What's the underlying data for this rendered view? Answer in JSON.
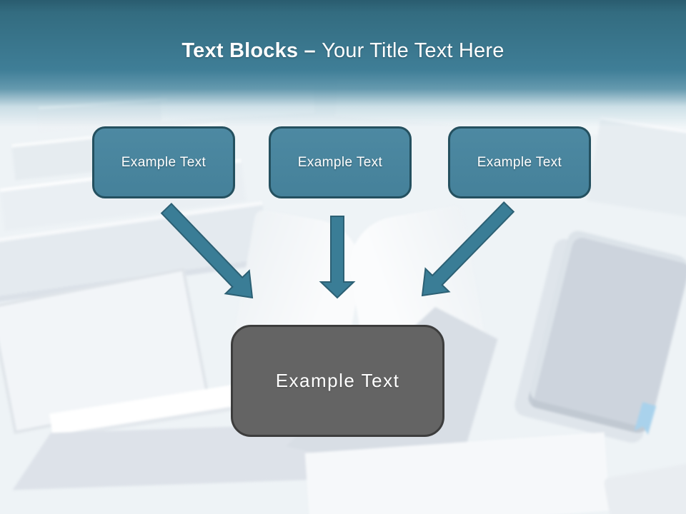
{
  "slide": {
    "title": {
      "bold": "Text Blocks",
      "separator": " – ",
      "rest": "Your Title Text Here"
    }
  },
  "top_boxes": [
    {
      "label": "Example Text"
    },
    {
      "label": "Example Text"
    },
    {
      "label": "Example Text"
    }
  ],
  "center_box": {
    "label": "Example Text"
  },
  "arrows": [
    {
      "name": "arrow-diagonal-down-right"
    },
    {
      "name": "arrow-straight-down"
    },
    {
      "name": "arrow-diagonal-down-left"
    }
  ],
  "colors": {
    "canvas-bg": "#eef3f6",
    "header-top": "#2a5c6f",
    "header-mid": "#3f7e97",
    "title-text": "#ffffff",
    "box-fill": "#45819a",
    "box-fill-light": "#4d89a2",
    "box-border": "#24505f",
    "box-text": "#ffffff",
    "gray-fill": "#646464",
    "gray-border": "#3d3d3d",
    "arrow-fill": "#3a7d96",
    "arrow-stroke": "#2c6074",
    "book-shade": "#cdd4dd",
    "bookmark-blue": "#a9d2ec"
  }
}
